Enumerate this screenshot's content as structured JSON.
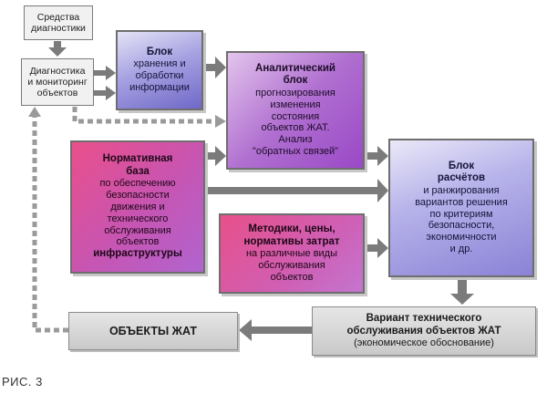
{
  "nodes": {
    "diagnostic_tools": {
      "line1": "Средства",
      "line2": "диагностики"
    },
    "diagnostics_monitoring": {
      "line1": "Диагностика",
      "line2": "и мониторинг",
      "line3": "объектов"
    },
    "storage_block": {
      "title": "Блок",
      "line1": "хранения и",
      "line2": "обработки",
      "line3": "информации"
    },
    "analytic_block": {
      "title1": "Аналитический",
      "title2": "блок",
      "line1": "прогнозирования",
      "line2": "изменения",
      "line3": "состояния",
      "line4": "объектов ЖАТ.",
      "line5": "Анализ",
      "line6": "\"обратных связей\""
    },
    "normative_base": {
      "title1": "Нормативная",
      "title2": "база",
      "line1": "по обеспечению",
      "line2": "безопасности",
      "line3": "движения и",
      "line4": "технического",
      "line5": "обслуживания",
      "line6": "объектов",
      "line7": "инфраструктуры"
    },
    "methods": {
      "title1": "Методики, цены,",
      "title2": "нормативы затрат",
      "line1": "на различные виды",
      "line2": "обслуживания",
      "line3": "объектов"
    },
    "calc_block": {
      "title1": "Блок",
      "title2": "расчётов",
      "line1": "и ранжирования",
      "line2": "вариантов решения",
      "line3": "по критериям",
      "line4": "безопасности,",
      "line5": "экономичности",
      "line6": "и др."
    },
    "maintenance_variant": {
      "title1": "Вариант технического",
      "title2": "обслуживания объектов ЖАТ",
      "line1": "(экономическое обоснование)"
    },
    "objects": {
      "title": "ОБЪЕКТЫ ЖАТ"
    }
  },
  "caption": "РИС. 3",
  "colors": {
    "arrow": "#7b7b7b",
    "dashed_arrow": "#9a9a9a",
    "blue_block": "#8f89d8",
    "purple_block": "#b06fd0",
    "pink_block": "#d8559e",
    "grey_block": "#d2d2d2"
  }
}
